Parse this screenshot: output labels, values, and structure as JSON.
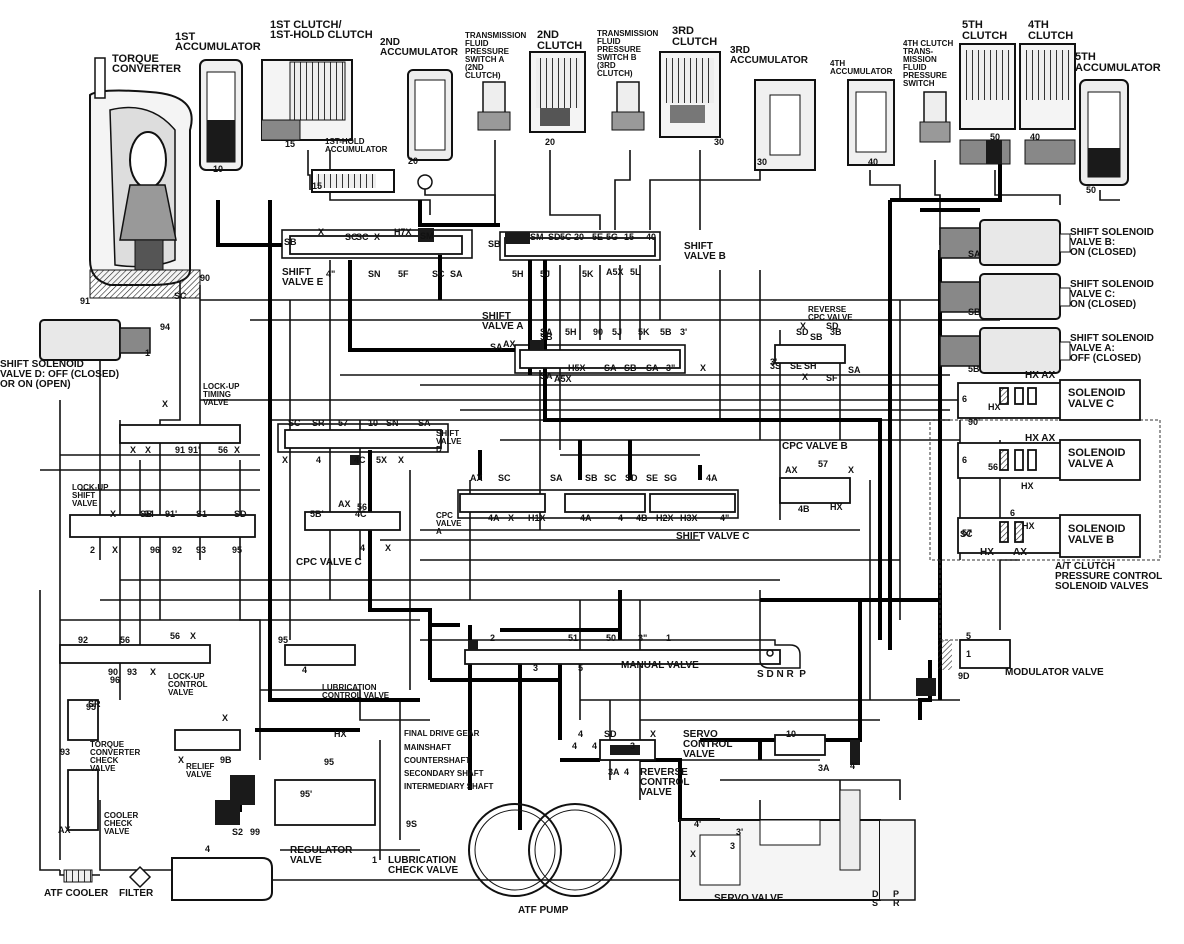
{
  "colors": {
    "line": "#111111",
    "heavy": "#000000",
    "fill_dark": "#1a1a1a",
    "fill_mid": "#888888",
    "fill_light": "#d8d8d8",
    "background": "#ffffff"
  },
  "labels": {
    "torque_converter": "TORQUE\nCONVERTER",
    "first_accumulator": "1ST\nACCUMULATOR",
    "first_clutch": "1ST CLUTCH/\n1ST-HOLD CLUTCH",
    "second_accumulator": "2ND\nACCUMULATOR",
    "tfp_switch_a": "TRANSMISSION\nFLUID\nPRESSURE\nSWITCH A\n(2ND\nCLUTCH)",
    "second_clutch": "2ND\nCLUTCH",
    "tfp_switch_b": "TRANSMISSION\nFLUID\nPRESSURE\nSWITCH B\n(3RD\nCLUTCH)",
    "third_clutch": "3RD\nCLUTCH",
    "third_accumulator": "3RD\nACCUMULATOR",
    "fourth_accumulator": "4TH\nACCUMULATOR",
    "fourth_clutch_switch": "4TH CLUTCH\nTRANS-\nMISSION\nFLUID\nPRESSURE\nSWITCH",
    "fifth_clutch": "5TH\nCLUTCH",
    "fourth_clutch": "4TH\nCLUTCH",
    "fifth_accumulator": "5TH\nACCUMULATOR",
    "first_hold_accumulator": "1ST-HOLD\nACCUMULATOR",
    "shift_valve_e": "SHIFT\nVALVE E",
    "shift_valve_b": "SHIFT\nVALVE B",
    "shift_valve_a": "SHIFT\nVALVE A",
    "shift_valve_d": "SHIFT\nVALVE\nD",
    "shift_valve_c": "SHIFT VALVE C",
    "reverse_cpc_valve": "REVERSE\nCPC VALVE",
    "shift_solenoid_b": "SHIFT SOLENOID\nVALVE B:\nON (CLOSED)",
    "shift_solenoid_c": "SHIFT SOLENOID\nVALVE C:\nON (CLOSED)",
    "shift_solenoid_a": "SHIFT SOLENOID\nVALVE A:\nOFF (CLOSED)",
    "shift_solenoid_d": "SHIFT SOLENOID\nVALVE D: OFF (CLOSED)\nor ON (OPEN)",
    "solenoid_valve_c": "SOLENOID\nVALVE C",
    "solenoid_valve_a": "SOLENOID\nVALVE A",
    "solenoid_valve_b": "SOLENOID\nVALVE B",
    "at_clutch_pcs": "A/T CLUTCH\nPRESSURE CONTROL\nSOLENOID VALVES",
    "lock_up_timing": "LOCK-UP\nTIMING\nVALVE",
    "lock_up_shift": "LOCK-UP\nSHIFT\nVALVE",
    "cpc_valve_a": "CPC\nVALVE\nA",
    "cpc_valve_b": "CPC VALVE B",
    "cpc_valve_c": "CPC VALVE C",
    "lock_up_control": "LOCK-UP\nCONTROL\nVALVE",
    "lubrication_control": "LUBRICATION\nCONTROL VALVE",
    "manual_valve": "MANUAL VALVE",
    "modulator_valve": "MODULATOR VALVE",
    "torque_converter_check": "TORQUE\nCONVERTER\nCHECK\nVALVE",
    "relief_valve": "RELIEF\nVALVE",
    "cooler_check": "COOLER\nCHECK\nVALVE",
    "final_drive_gear": "FINAL DRIVE GEAR",
    "mainshaft": "MAINSHAFT",
    "countershaft": "COUNTERSHAFT",
    "secondary_shaft": "SECONDARY SHAFT",
    "intermediary_shaft": "INTERMEDIARY SHAFT",
    "servo_control": "SERVO\nCONTROL\nVALVE",
    "reverse_control": "REVERSE\nCONTROL\nVALVE",
    "regulator_valve": "REGULATOR\nVALVE",
    "lubrication_check": "LUBRICATION\nCHECK VALVE",
    "atf_cooler": "ATF COOLER",
    "filter": "FILTER",
    "atf_pump": "ATF PUMP",
    "servo_valve": "SERVO VALVE",
    "sdnrp": "S D N R  P",
    "hx_ax_1": "HX AX",
    "hx_ax_2": "HX AX",
    "hx_ax_3": "HX       AX",
    "d_s": "D\nS",
    "p_r": "P\nR"
  },
  "port_codes": [
    "10",
    "15",
    "20",
    "20",
    "30",
    "30",
    "40",
    "50",
    "40",
    "50",
    "15",
    "SB",
    "X",
    "SC",
    "SC",
    "X",
    "H7X",
    "SM",
    "SB",
    "SM",
    "SD",
    "5C",
    "20",
    "5E",
    "5G",
    "15",
    "40",
    "4\"",
    "SN",
    "5F",
    "SC",
    "SA",
    "5H",
    "5J",
    "5K",
    "A5X",
    "5L",
    "SB",
    "X",
    "SD",
    "SH",
    "SE",
    "SF",
    "SA",
    "SA",
    "SC",
    "90",
    "91",
    "94",
    "1",
    "SD",
    "3B",
    "3S",
    "X",
    "3'",
    "AX",
    "SB",
    "5H",
    "90",
    "5J",
    "5K",
    "5B",
    "3'",
    "SA",
    "SA",
    "H5X",
    "A5X",
    "SA",
    "SB",
    "SA",
    "3\"",
    "X",
    "SC",
    "SR",
    "57",
    "10",
    "SN",
    "SA",
    "X",
    "4",
    "4C",
    "5X",
    "X",
    "X",
    "X",
    "91",
    "91'",
    "56",
    "X",
    "X",
    "X",
    "SB",
    "91'",
    "S1",
    "SD",
    "94",
    "2",
    "X",
    "96",
    "92",
    "93",
    "95",
    "5B'",
    "AX",
    "4C",
    "X",
    "4",
    "56",
    "AX",
    "SC",
    "SA",
    "SB",
    "SC",
    "SD",
    "SE",
    "SG",
    "4A",
    "4A",
    "X",
    "H1X",
    "4A",
    "4",
    "4B",
    "H2X",
    "H3X",
    "4\"",
    "AX",
    "57",
    "X",
    "4B",
    "HX",
    "6",
    "HX",
    "6",
    "56",
    "HX",
    "57",
    "6",
    "HX",
    "SC",
    "SB",
    "SA",
    "5B",
    "90'",
    "92",
    "56",
    "56",
    "X",
    "96",
    "90",
    "93",
    "X",
    "SR",
    "95",
    "4",
    "2",
    "51",
    "50",
    "3\"",
    "1",
    "3",
    "5",
    "5",
    "1",
    "9D",
    "95",
    "X",
    "X",
    "9B",
    "93",
    "AX",
    "HX",
    "95",
    "95'",
    "9S",
    "1",
    "S2",
    "99",
    "4",
    "4",
    "SD",
    "4",
    "X",
    "3A",
    "4",
    "4",
    "3",
    "10",
    "4'",
    "3A",
    "X",
    "4'",
    "3'",
    "3"
  ]
}
